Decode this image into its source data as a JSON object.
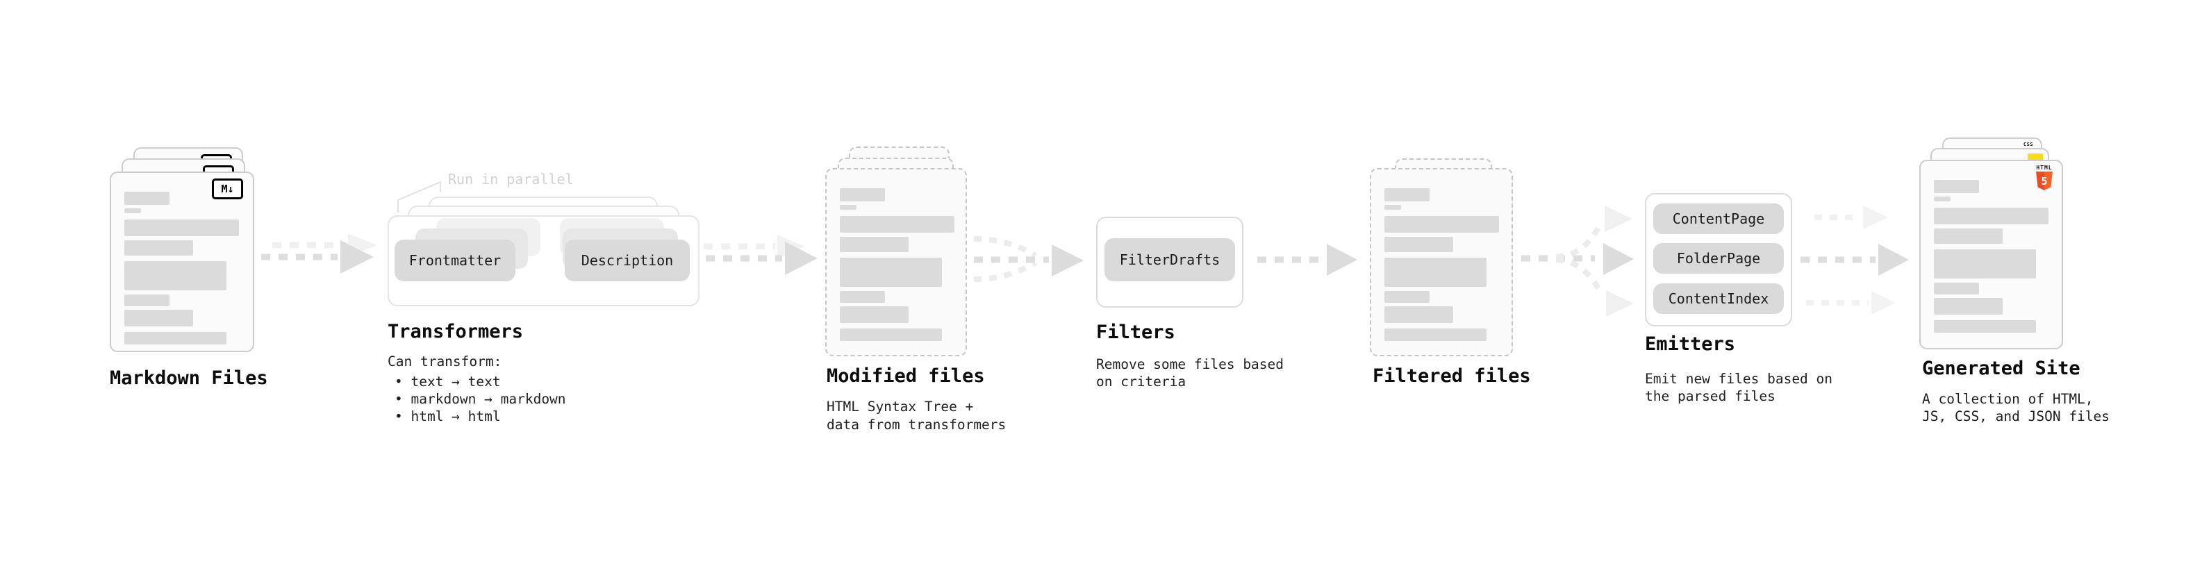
{
  "stages": {
    "markdown_files": {
      "label": "Markdown Files"
    },
    "transformers": {
      "label": "Transformers",
      "note": "Run in parallel",
      "pill_left": "Frontmatter",
      "pill_right": "Description",
      "caption_title": "Can transform:",
      "bullets": [
        "• text → text",
        "• markdown → markdown",
        "• html → html"
      ]
    },
    "modified_files": {
      "label": "Modified files",
      "caption": [
        "HTML Syntax Tree +",
        "data from transformers"
      ]
    },
    "filters": {
      "label": "Filters",
      "pill": "FilterDrafts",
      "caption": [
        "Remove some files based",
        "on criteria"
      ]
    },
    "filtered_files": {
      "label": "Filtered files"
    },
    "emitters": {
      "label": "Emitters",
      "pills": [
        "ContentPage",
        "FolderPage",
        "ContentIndex"
      ],
      "caption": [
        "Emit new files based on",
        "the parsed files"
      ]
    },
    "generated_site": {
      "label": "Generated Site",
      "caption": [
        "A collection of HTML,",
        "JS, CSS, and JSON files"
      ]
    }
  },
  "badges": {
    "markdown": "M↓",
    "css_word": "CSS",
    "html_word": "HTML",
    "html_five": "5"
  },
  "colors": {
    "html5_orange": "#e44d26",
    "js_yellow": "#f5de19",
    "css_blue": "#2962ff"
  }
}
